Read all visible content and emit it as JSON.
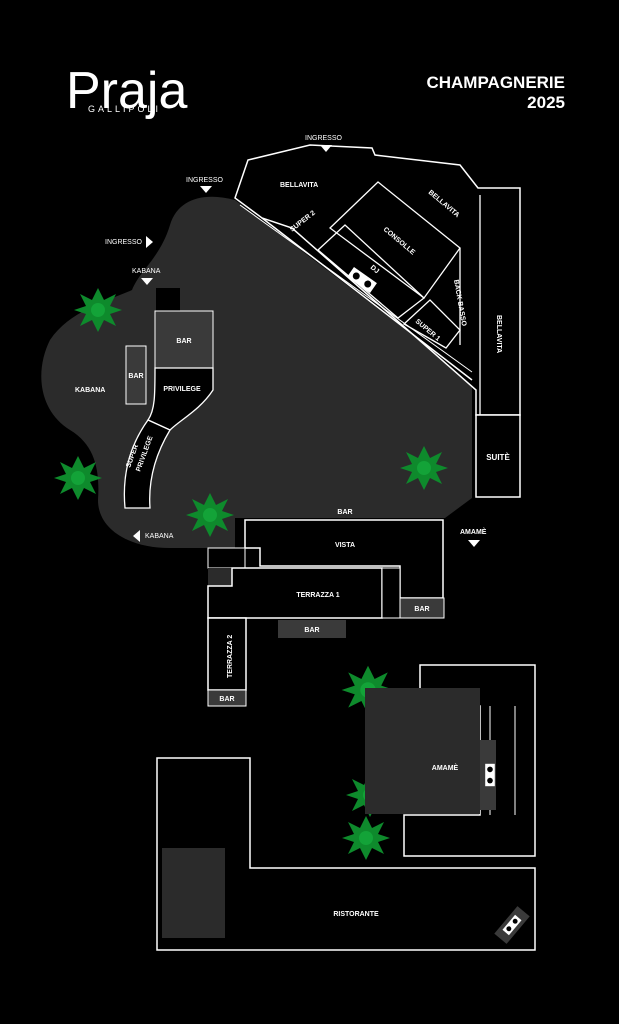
{
  "brand": {
    "logo": "Praja",
    "city": "GALLIPOLI"
  },
  "header": {
    "title_line1": "CHAMPAGNERIE",
    "title_line2": "2025"
  },
  "entrances": {
    "top": "INGRESSO",
    "left_top": "INGRESSO",
    "left": "INGRESSO"
  },
  "zones": {
    "bellavita_a": "BELLAVITA",
    "bellavita_b": "BELLAVITA",
    "bellavita_c": "BELLAVITA",
    "consolle": "CONSOLLE",
    "dj": "DJ",
    "super2": "SUPER 2",
    "super1": "SUPER 1",
    "back_basso": "BACK BASSO",
    "suite": "SUITÈ",
    "kabana_top": "KABANA",
    "kabana": "KABANA",
    "kabana_bottom": "KABANA",
    "privilege": "PRIVILEGE",
    "super_privilege_1": "SUPER",
    "super_privilege_2": "PRIVILEGE",
    "bar_privilege": "BAR",
    "bar_kabana": "BAR",
    "bar_vista": "BAR",
    "vista": "VISTA",
    "amame_arrow": "AMAMÈ",
    "terrazza1": "TERRAZZA 1",
    "bar_terrazza1": "BAR",
    "bar_terrazza_right": "BAR",
    "terrazza2": "TERRAZZA 2",
    "bar_terrazza2": "BAR",
    "amame": "AMAMÈ",
    "ristorante": "RISTORANTE"
  },
  "colors": {
    "background": "#000000",
    "floor": "#2b2b2b",
    "bar": "#3a3a3a",
    "line": "#ffffff",
    "palm": "#0e8a2c"
  },
  "icons": {
    "palm": "palm-tree-icon",
    "dj_booth": "dj-console-icon",
    "arrow": "triangle-arrow-icon"
  }
}
